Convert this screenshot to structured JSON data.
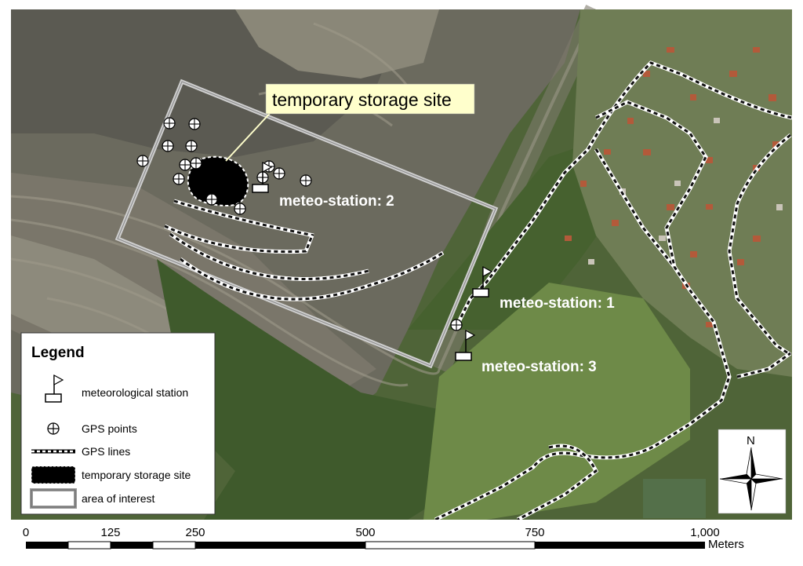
{
  "callout": {
    "text": "temporary storage site"
  },
  "stations": [
    {
      "id": "station-1",
      "label": "meteo-station: 1"
    },
    {
      "id": "station-2",
      "label": "meteo-station: 2"
    },
    {
      "id": "station-3",
      "label": "meteo-station: 3"
    }
  ],
  "legend": {
    "title": "Legend",
    "items": [
      {
        "icon": "flag-station-icon",
        "label": "meteorological station"
      },
      {
        "icon": "crosshair-circle-icon",
        "label": "GPS points"
      },
      {
        "icon": "dashed-line-icon",
        "label": "GPS lines"
      },
      {
        "icon": "black-polygon-icon",
        "label": "temporary storage site"
      },
      {
        "icon": "double-outline-box-icon",
        "label": "area of interest"
      }
    ]
  },
  "north_arrow": {
    "label": "N"
  },
  "scale_bar": {
    "ticks": [
      "0",
      "125",
      "250",
      "500",
      "750",
      "1,000"
    ],
    "unit": "Meters"
  },
  "colors": {
    "gps_line": "#ffffff",
    "gps_line_dash": "#111111",
    "storage_site": "#000000",
    "area_of_interest": "#c8c8c8",
    "callout_bg": "#ffffcc",
    "station_label": "#ffffff"
  }
}
